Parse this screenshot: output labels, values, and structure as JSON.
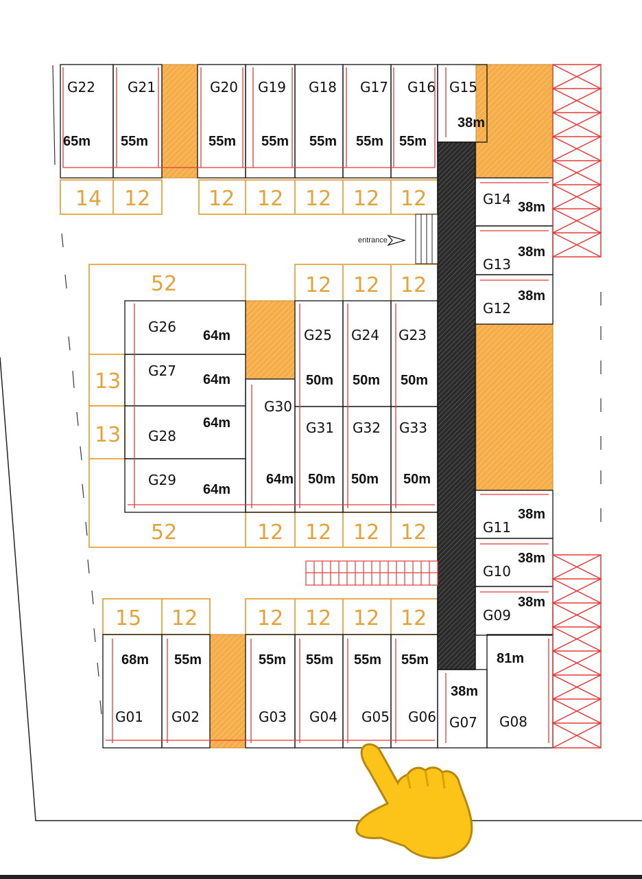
{
  "colors": {
    "storage": "#f5ad4a",
    "wall_red": "#e53935",
    "orange_line": "#e8a33c",
    "driveway": "#2b2b2b"
  },
  "labels": {
    "entrance": "entrance"
  },
  "icons": {
    "pointer": "pointing-hand-icon",
    "entrance_arrow": "arrow-right-icon"
  },
  "units": [
    {
      "id": "G22",
      "label": "G22",
      "size": "65m"
    },
    {
      "id": "G21",
      "label": "G21",
      "size": "55m"
    },
    {
      "id": "G20",
      "label": "G20",
      "size": "55m"
    },
    {
      "id": "G19",
      "label": "G19",
      "size": "55m"
    },
    {
      "id": "G18",
      "label": "G18",
      "size": "55m"
    },
    {
      "id": "G17",
      "label": "G17",
      "size": "55m"
    },
    {
      "id": "G16",
      "label": "G16",
      "size": "55m"
    },
    {
      "id": "G15",
      "label": "G15",
      "size": "38m"
    },
    {
      "id": "G14",
      "label": "G14",
      "size": "38m"
    },
    {
      "id": "G13",
      "label": "G13",
      "size": "38m"
    },
    {
      "id": "G12",
      "label": "G12",
      "size": "38m"
    },
    {
      "id": "G26",
      "label": "G26",
      "size": "64m"
    },
    {
      "id": "G27",
      "label": "G27",
      "size": "64m"
    },
    {
      "id": "G28",
      "label": "G28",
      "size": "64m"
    },
    {
      "id": "G29",
      "label": "G29",
      "size": "64m"
    },
    {
      "id": "G30",
      "label": "G30",
      "size": "64m"
    },
    {
      "id": "G25",
      "label": "G25",
      "size": "50m"
    },
    {
      "id": "G24",
      "label": "G24",
      "size": "50m"
    },
    {
      "id": "G23",
      "label": "G23",
      "size": "50m"
    },
    {
      "id": "G31",
      "label": "G31",
      "size": "50m"
    },
    {
      "id": "G32",
      "label": "G32",
      "size": "50m"
    },
    {
      "id": "G33",
      "label": "G33",
      "size": "50m"
    },
    {
      "id": "G11",
      "label": "G11",
      "size": "38m"
    },
    {
      "id": "G10",
      "label": "G10",
      "size": "38m"
    },
    {
      "id": "G09",
      "label": "G09",
      "size": "38m"
    },
    {
      "id": "G08",
      "label": "G08",
      "size": "81m"
    },
    {
      "id": "G07",
      "label": "G07",
      "size": "38m"
    },
    {
      "id": "G01",
      "label": "G01",
      "size": "68m"
    },
    {
      "id": "G02",
      "label": "G02",
      "size": "55m"
    },
    {
      "id": "G03",
      "label": "G03",
      "size": "55m"
    },
    {
      "id": "G04",
      "label": "G04",
      "size": "55m"
    },
    {
      "id": "G05",
      "label": "G05",
      "size": "55m"
    },
    {
      "id": "G06",
      "label": "G06",
      "size": "55m"
    }
  ],
  "parking_numbers": {
    "top_row": [
      "14",
      "12",
      "12",
      "12",
      "12",
      "12",
      "12"
    ],
    "mid_top_row": [
      "52",
      "12",
      "12",
      "12"
    ],
    "left_column": [
      "13",
      "13"
    ],
    "mid_bottom_row": [
      "52",
      "12",
      "12",
      "12",
      "12"
    ],
    "bottom_row": [
      "15",
      "12",
      "12",
      "12",
      "12",
      "12"
    ]
  }
}
